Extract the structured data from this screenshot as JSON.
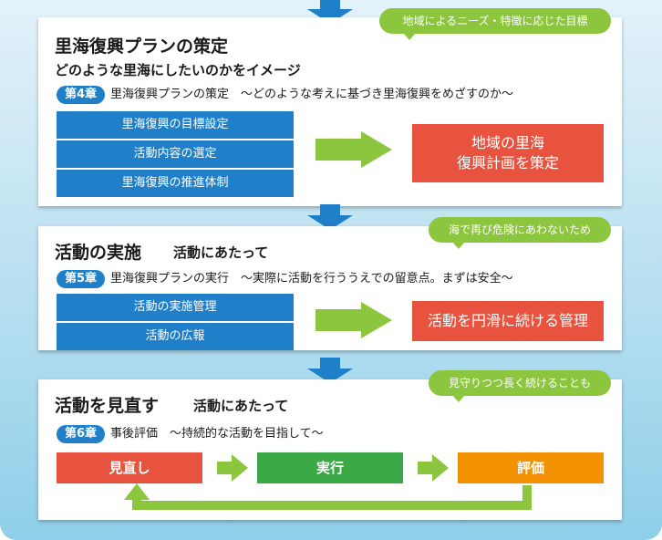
{
  "colors": {
    "blue": "#1f7fc9",
    "green": "#8cc63f",
    "red": "#e8533f",
    "darkgreen": "#3aa845",
    "orange": "#f39200"
  },
  "section1": {
    "bubble": "地域によるニーズ・特徴に応じた目標",
    "title": "里海復興プランの策定",
    "subtitle": "どのような里海にしたいのかをイメージ",
    "chapter_badge": "第4章",
    "chapter_text": "里海復興プランの策定　～どのような考えに基づき里海復興をめざすのか～",
    "items": [
      "里海復興の目標設定",
      "活動内容の選定",
      "里海復興の推進体制"
    ],
    "result_line1": "地域の里海",
    "result_line2": "復興計画を策定"
  },
  "section2": {
    "bubble": "海で再び危険にあわないため",
    "title": "活動の実施",
    "subtitle": "活動にあたって",
    "chapter_badge": "第5章",
    "chapter_text": "里海復興プランの実行　～実際に活動を行ううえでの留意点。まずは安全～",
    "items": [
      "活動の実施管理",
      "活動の広報"
    ],
    "result": "活動を円滑に続ける管理"
  },
  "section3": {
    "bubble": "見守りつつ長く続けることも",
    "title": "活動を見直す",
    "subtitle": "活動にあたって",
    "chapter_badge": "第6章",
    "chapter_text": "事後評価　～持続的な活動を目指して～",
    "steps": [
      "見直し",
      "実行",
      "評価"
    ]
  },
  "icons": {
    "flow_arrow": "blue-down-arrow",
    "step_arrow": "green-right-arrow",
    "cycle_arrow": "green-return-arrow"
  }
}
